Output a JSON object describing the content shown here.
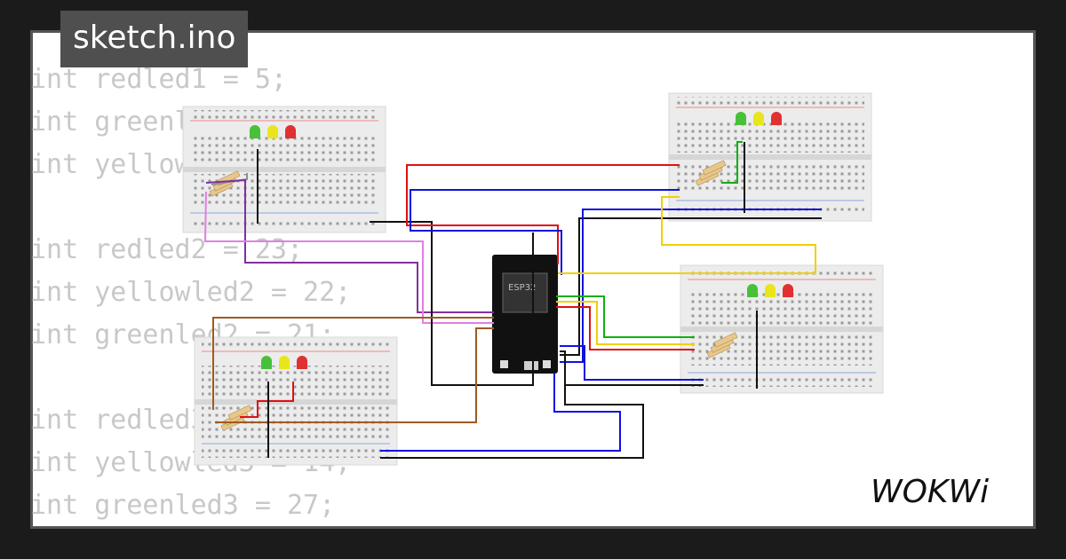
{
  "tab": {
    "filename": "sketch.ino"
  },
  "code_lines": [
    "int redled1 = 5;",
    "int greenled1 = 18;",
    "int yellowled1 = 19;",
    "",
    "int redled2 = 23;",
    "int yellowled2 = 22;",
    "int greenled2 = 21;",
    "",
    "int redled3 = 12;",
    "int yellowled3 = 14;",
    "int greenled3 = 27;"
  ],
  "board": {
    "label": "ESP32"
  },
  "logo": {
    "text": "WOKWi"
  },
  "led_colors": {
    "green": "#48c03a",
    "yellow": "#e9e51c",
    "red": "#e03030"
  },
  "wire_colors": {
    "red": "#e01010",
    "blue": "#1010e0",
    "black": "#111111",
    "green": "#10b010",
    "yellow": "#f0d000",
    "brown": "#a05a20",
    "purple": "#8030a0",
    "pink": "#e080e0",
    "gray": "#909090"
  }
}
